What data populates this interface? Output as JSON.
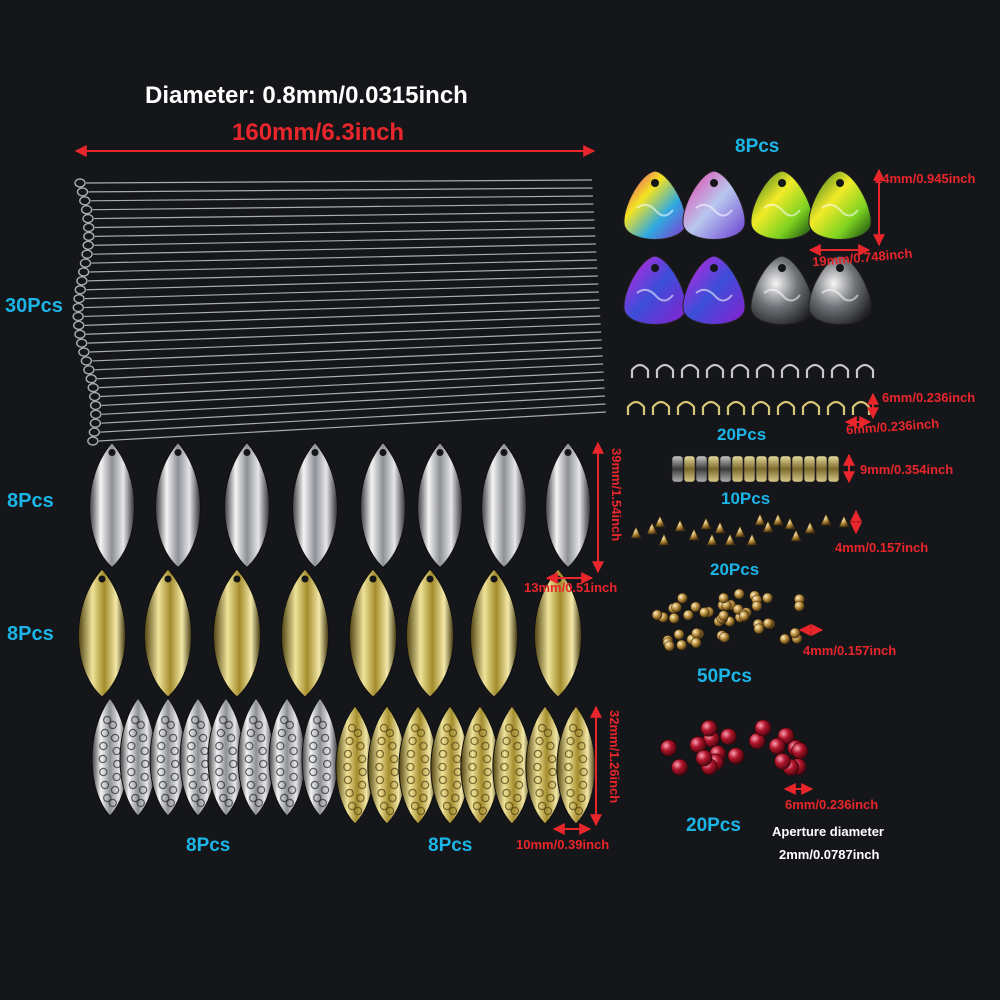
{
  "colors": {
    "background": "#151619",
    "label_white": "#ffffff",
    "dimension_red": "#e8262b",
    "count_cyan": "#1bb5e8"
  },
  "wires": {
    "diameter_label": "Diameter: 0.8mm/0.0315inch",
    "length_label": "160mm/6.3inch",
    "count_label": "30Pcs"
  },
  "colorado_blades": {
    "count_label": "8Pcs",
    "height_label": "24mm/0.945inch",
    "width_label": "19mm/0.748inch"
  },
  "clevises": {
    "count_label": "20Pcs",
    "height_label": "6mm/0.236inch",
    "width_label": "6mm/0.236inch"
  },
  "tubes": {
    "count_label": "10Pcs",
    "length_label": "9mm/0.354inch"
  },
  "cone_beads": {
    "count_label": "20Pcs",
    "size_label": "4mm/0.157inch"
  },
  "gold_beads": {
    "count_label": "50Pcs",
    "size_label": "4mm/0.157inch"
  },
  "red_beads": {
    "count_label": "20Pcs",
    "size_label": "6mm/0.236inch",
    "aperture_label": "Aperture diameter",
    "aperture_value": "2mm/0.0787inch"
  },
  "willow_silver": {
    "count_label": "8Pcs",
    "height_label": "39mm/1.54inch",
    "width_label": "13mm/0.51inch"
  },
  "willow_gold": {
    "count_label": "8Pcs"
  },
  "hammered_blades": {
    "silver_count_label": "8Pcs",
    "gold_count_label": "8Pcs",
    "height_label": "32mm/1.26inch",
    "width_label": "10mm/0.39inch"
  }
}
